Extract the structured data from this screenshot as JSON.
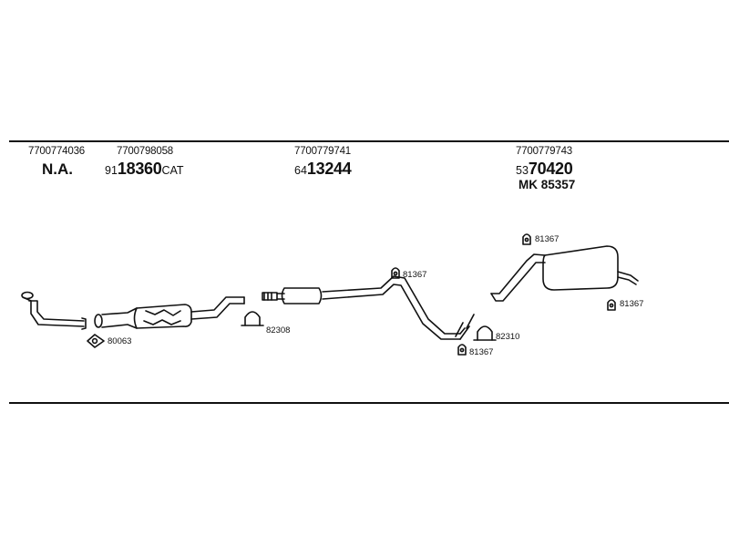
{
  "header": {
    "col1": {
      "oe_number": "7700774036",
      "status": "N.A."
    },
    "col2": {
      "oe_number": "7700798058",
      "part_prefix": "91",
      "part_main": "18360",
      "part_suffix": "CAT"
    },
    "col3": {
      "oe_number": "7700779741",
      "part_prefix": "64",
      "part_main": "13244"
    },
    "col4": {
      "oe_number": "7700779743",
      "part_prefix": "53",
      "part_main": "70420",
      "mk_label": "MK 85357"
    }
  },
  "diagram": {
    "labels": {
      "gasket_front": "80063",
      "clamp_front": "82308",
      "mount_center": "81367",
      "clamp_rear": "82310",
      "mount_lower": "81367",
      "mount_top": "81367",
      "mount_rear": "81367"
    }
  }
}
